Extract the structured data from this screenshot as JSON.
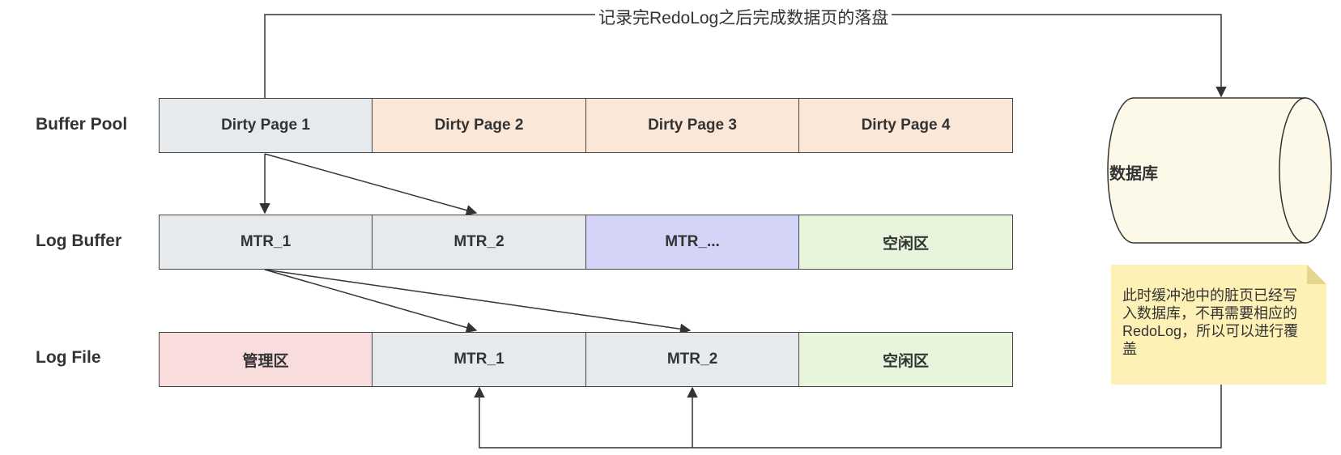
{
  "rows": {
    "buffer_pool": {
      "label": "Buffer Pool",
      "cells": [
        "Dirty Page 1",
        "Dirty Page 2",
        "Dirty Page 3",
        "Dirty Page 4"
      ]
    },
    "log_buffer": {
      "label": "Log Buffer",
      "cells": [
        "MTR_1",
        "MTR_2",
        "MTR_...",
        "空闲区"
      ]
    },
    "log_file": {
      "label": "Log File",
      "cells": [
        "管理区",
        "MTR_1",
        "MTR_2",
        "空闲区"
      ]
    }
  },
  "top_connector_label": "记录完RedoLog之后完成数据页的落盘",
  "database": {
    "label": "数据库"
  },
  "note": {
    "text": "此时缓冲池中的脏页已经写入数据库，不再需要相应的RedoLog，所以可以进行覆盖"
  },
  "colors": {
    "gray": "#e6eaed",
    "peach": "#fbe7d7",
    "blue": "#d3d4f7",
    "green": "#e6f5dc",
    "pink": "#f9dcdc",
    "cylinder": "#fdf9e8",
    "note": "#fdf1b6"
  }
}
